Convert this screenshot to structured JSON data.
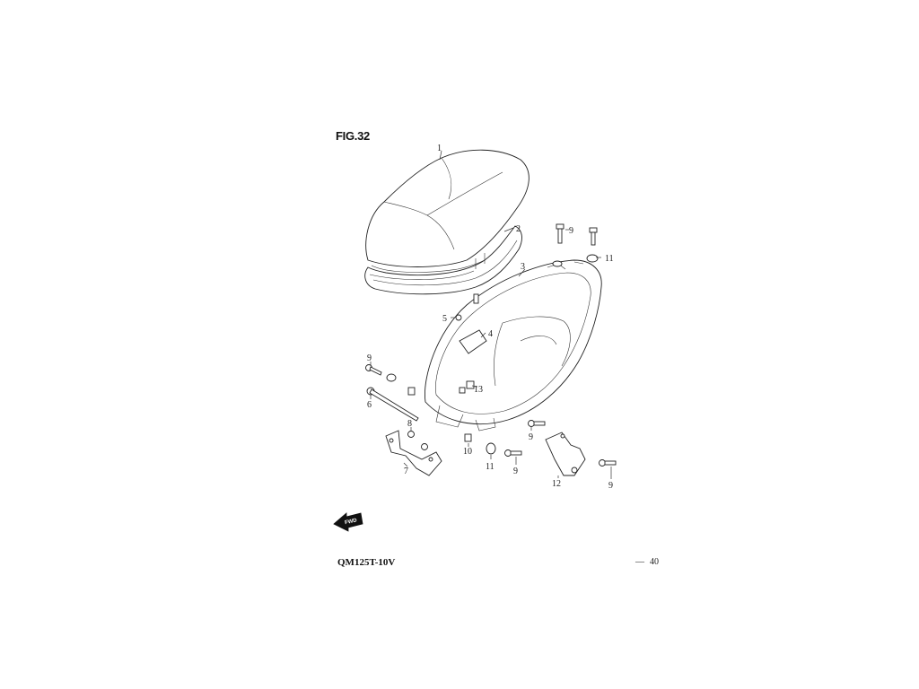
{
  "figure": {
    "title": "FIG.32"
  },
  "footer": {
    "model": "QM125T-10V",
    "page_dash": "—",
    "page_number": "40"
  },
  "fwd_arrow": {
    "label": "FWD"
  },
  "callouts": [
    "1",
    "2",
    "3",
    "4",
    "5",
    "6",
    "7",
    "8",
    "9",
    "9",
    "9",
    "9",
    "9",
    "10",
    "11",
    "11",
    "12",
    "13"
  ]
}
